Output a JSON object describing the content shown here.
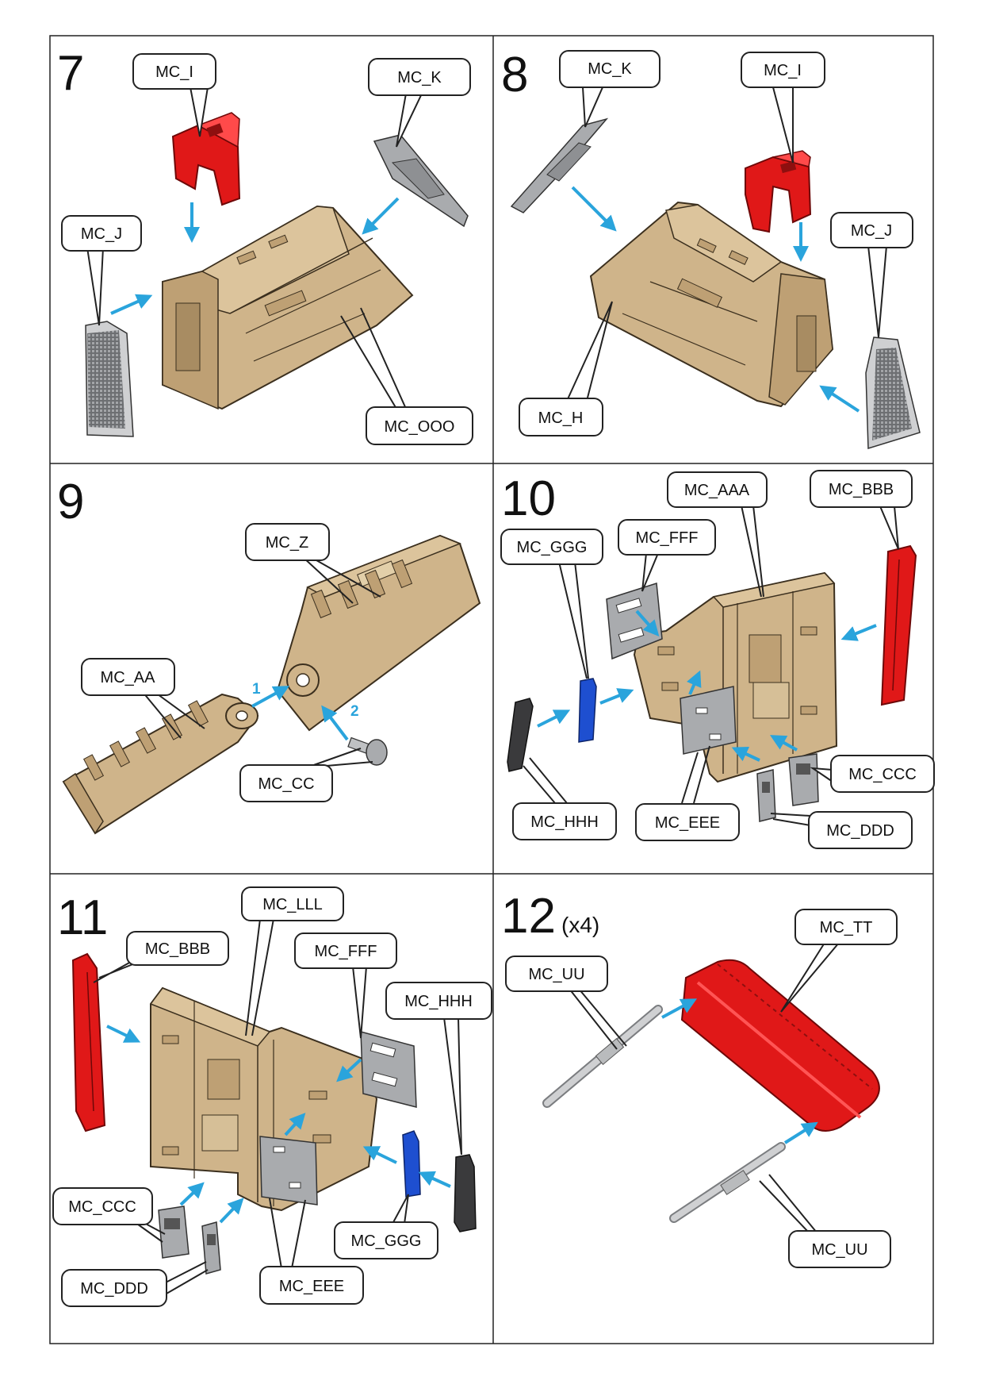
{
  "steps": [
    {
      "number": "7",
      "labels": [
        "MC_I",
        "MC_K",
        "MC_J",
        "MC_OOO"
      ]
    },
    {
      "number": "8",
      "labels": [
        "MC_K",
        "MC_I",
        "MC_J",
        "MC_H"
      ]
    },
    {
      "number": "9",
      "labels": [
        "MC_Z",
        "MC_AA",
        "MC_CC"
      ],
      "sequence": [
        "1",
        "2"
      ]
    },
    {
      "number": "10",
      "labels": [
        "MC_AAA",
        "MC_BBB",
        "MC_GGG",
        "MC_FFF",
        "MC_HHH",
        "MC_EEE",
        "MC_CCC",
        "MC_DDD"
      ]
    },
    {
      "number": "11",
      "labels": [
        "MC_LLL",
        "MC_BBB",
        "MC_FFF",
        "MC_HHH",
        "MC_CCC",
        "MC_GGG",
        "MC_DDD",
        "MC_EEE"
      ]
    },
    {
      "number": "12",
      "quantity": "(x4)",
      "labels": [
        "MC_TT",
        "MC_UU",
        "MC_UU"
      ]
    }
  ],
  "colors": {
    "tan_part": "#cfb48a",
    "red_part": "#e01818",
    "grey_part": "#a9abae",
    "blue_part": "#1e4fd0",
    "black_part": "#3a3a3c",
    "arrow": "#2aa4dc",
    "border": "#222222"
  }
}
